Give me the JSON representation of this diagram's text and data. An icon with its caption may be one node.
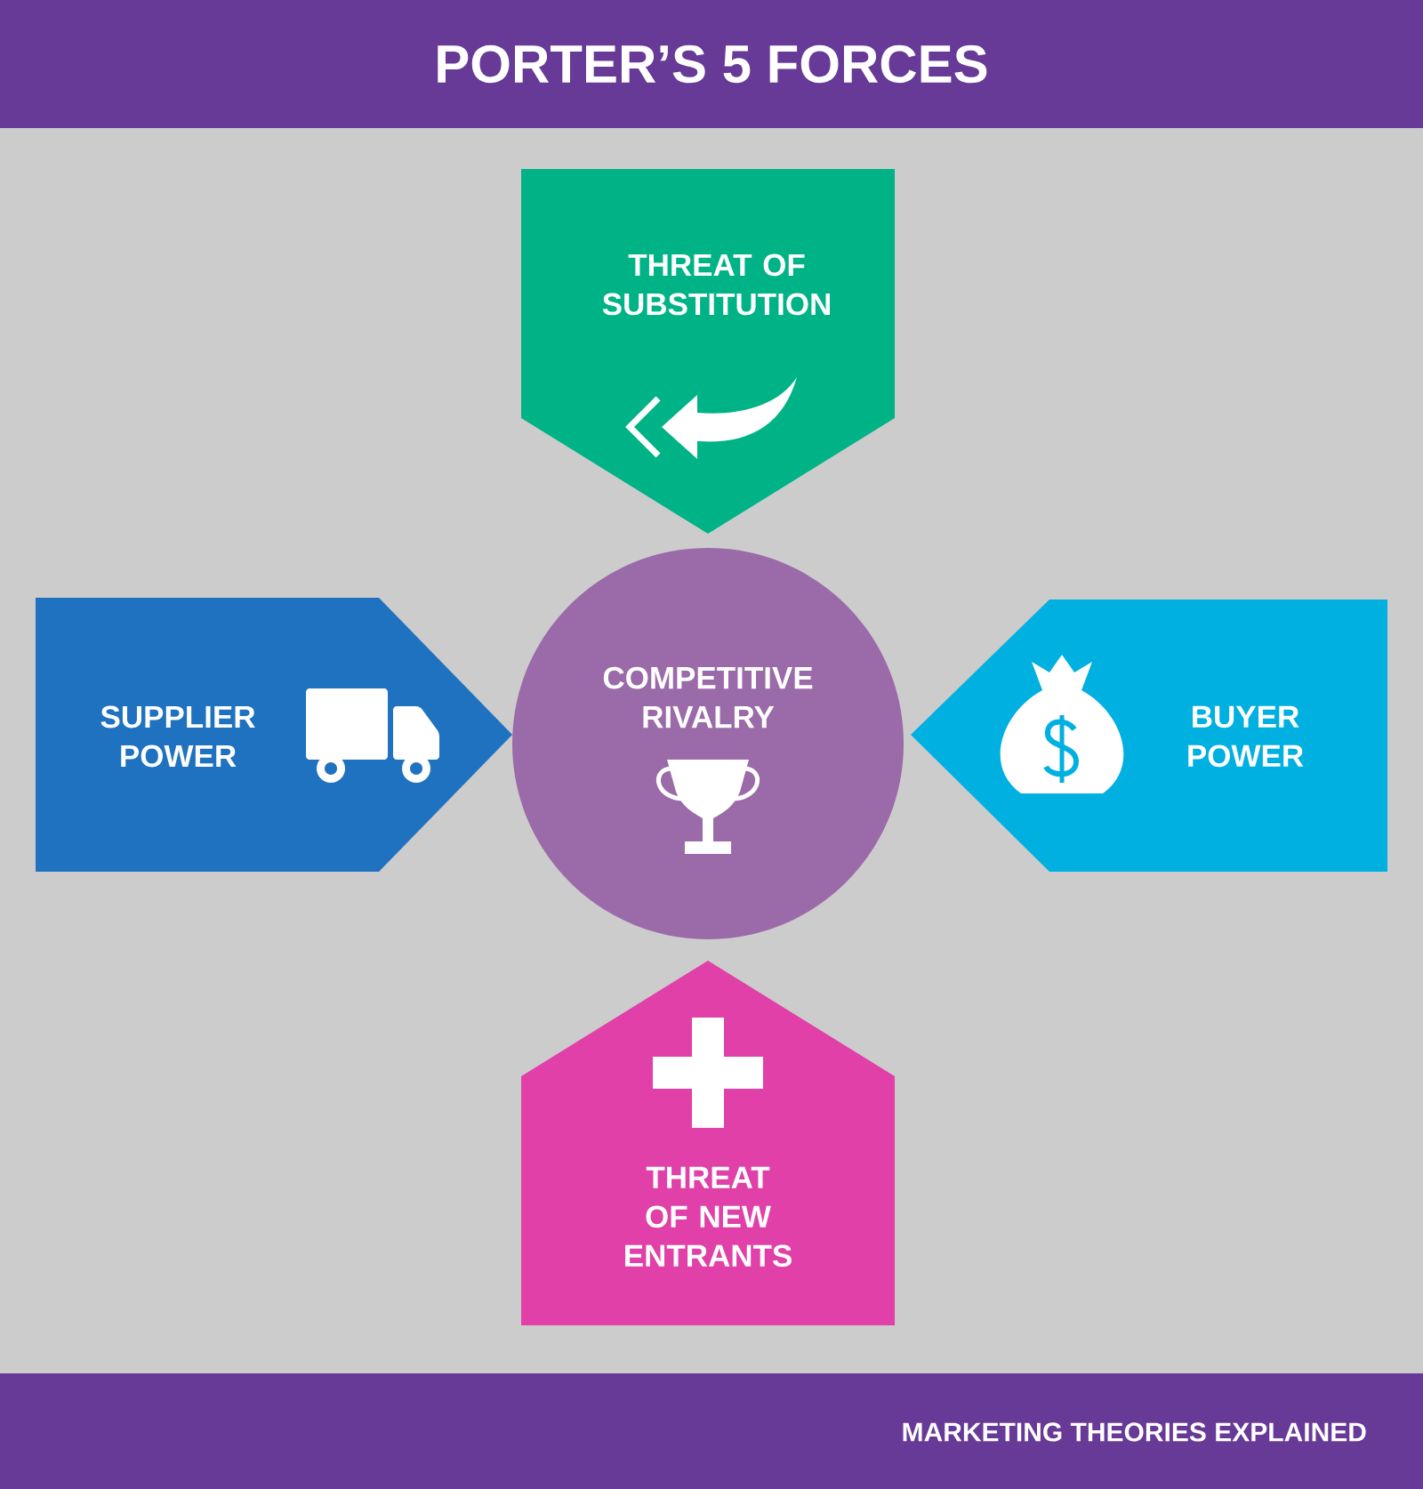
{
  "diagram": {
    "title": "PORTER’S 5 FORCES",
    "nodes": [
      {
        "text": [
          "THREAT OF SUBSTITUTION"
        ]
      },
      {
        "text": [
          "SUPPLIER POWER"
        ]
      },
      {
        "text": [
          "COMPETITIVE RIVALRY"
        ]
      },
      {
        "text": [
          "BUYER POWER"
        ]
      },
      {
        "text": [
          "THREAT OF NEW ENTRANTS"
        ]
      }
    ],
    "labels": [
      "MARKETING THEORIES EXPLAINED"
    ]
  }
}
